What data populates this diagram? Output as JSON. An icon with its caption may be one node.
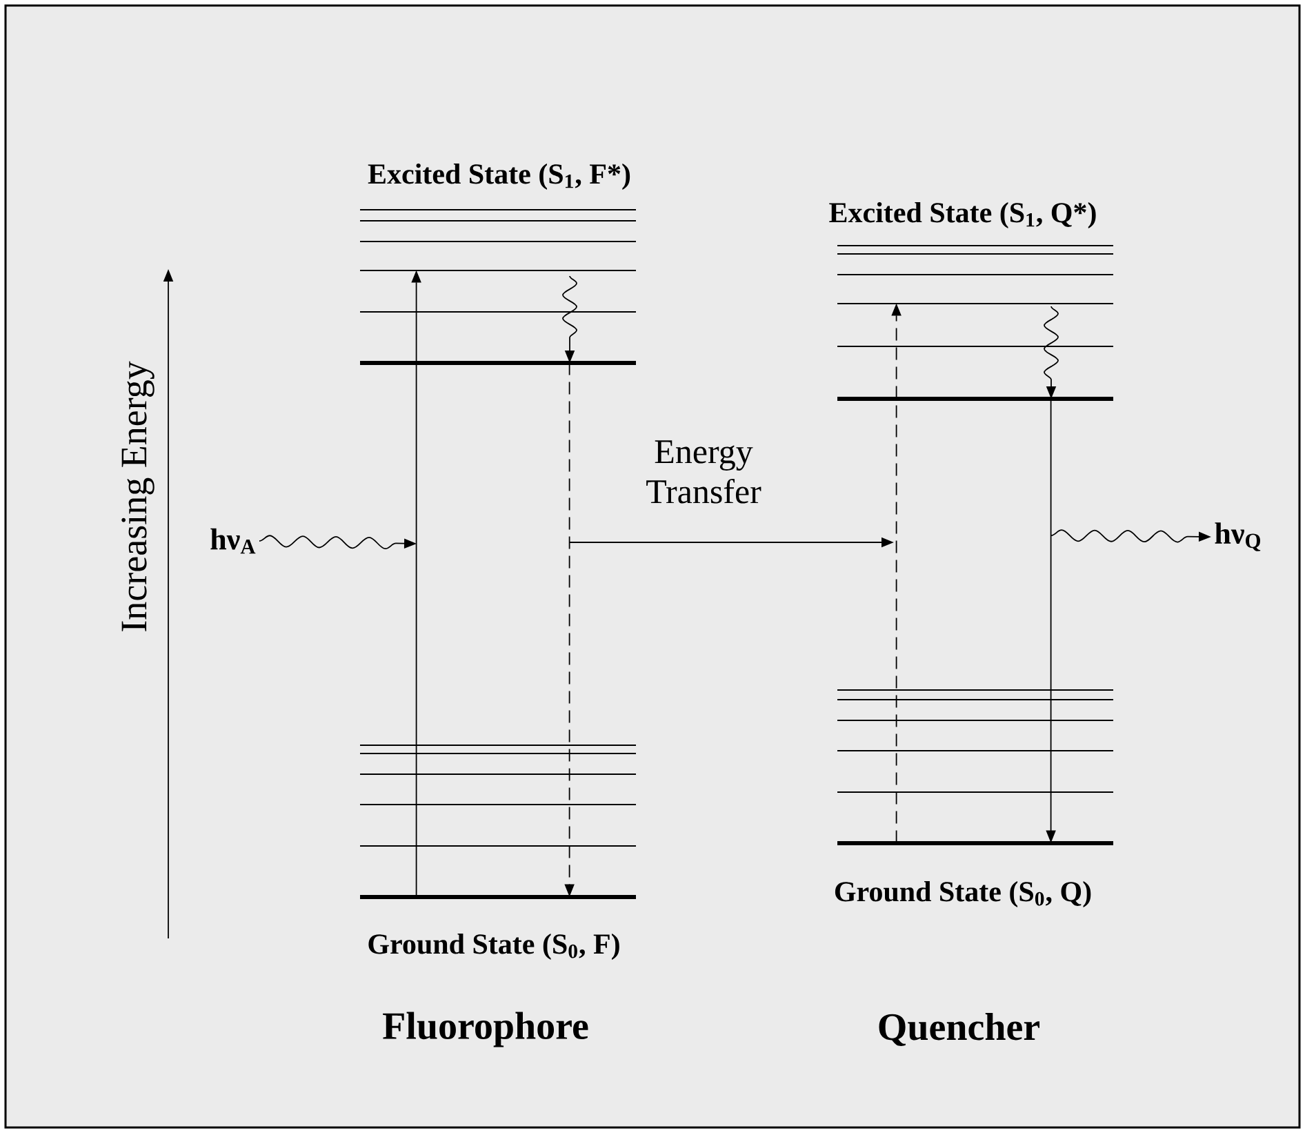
{
  "diagram": {
    "nodes": [
      {
        "text": [
          "Excited State (S$_{1}$, F*)"
        ]
      },
      {
        "text": [
          "Ground State (S$_{0}$, F)"
        ]
      },
      {
        "text": [
          "Excited State (S$_{1}$, Q*)"
        ]
      },
      {
        "text": [
          "Ground State (S$_{0}$, Q)"
        ]
      },
      {
        "text": [
          "hν$_{A}$"
        ]
      },
      {
        "text": [
          "hν$_{Q}$"
        ]
      }
    ],
    "edges": [
      {
        "from": 4,
        "to": null,
        "arrow": "to"
      },
      {
        "from": 1,
        "to": 0,
        "arrow": "to"
      },
      {
        "from": 0,
        "to": 1,
        "arrow": "to",
        "style": "dashed"
      },
      {
        "from": 3,
        "to": 2,
        "arrow": "to",
        "style": "dashed"
      },
      {
        "from": 2,
        "to": 3,
        "arrow": "to"
      },
      {
        "from": null,
        "to": 5,
        "arrow": "to"
      }
    ],
    "labels": [
      "Increasing Energy",
      "Energy Transfer",
      "Fluorophore",
      "Quencher"
    ]
  }
}
